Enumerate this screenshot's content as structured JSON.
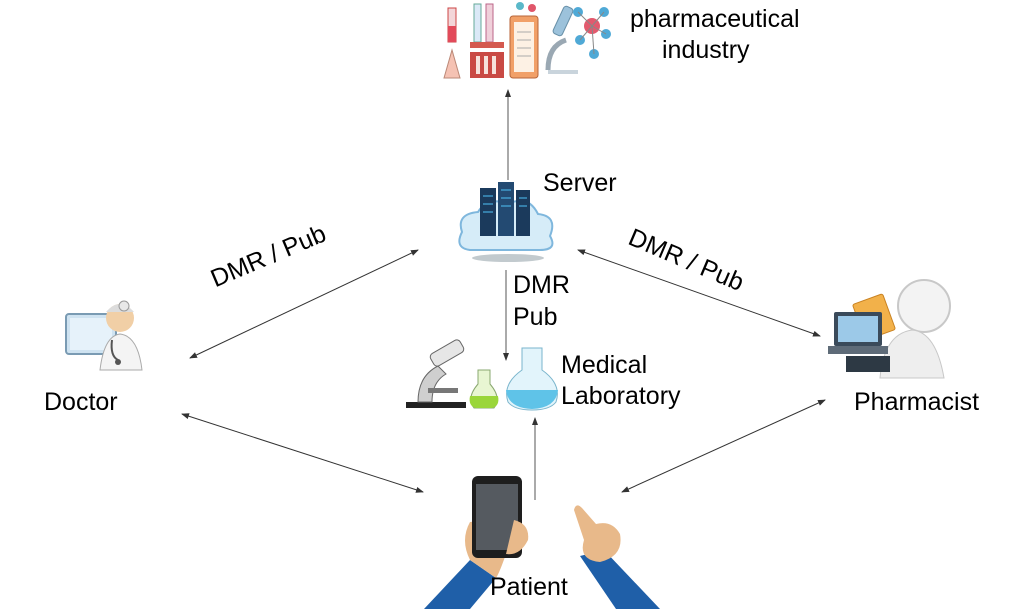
{
  "nodes": {
    "pharma": {
      "line1": "pharmaceutical",
      "line2": "industry",
      "icon": "lab-equipment-icon"
    },
    "server": {
      "label": "Server",
      "icon": "server-cloud-icon"
    },
    "doctor": {
      "label": "Doctor",
      "icon": "doctor-icon"
    },
    "pharmacist": {
      "label": "Pharmacist",
      "icon": "pharmacist-icon"
    },
    "lab": {
      "line1": "Medical",
      "line2": "Laboratory",
      "icon": "microscope-flask-icon"
    },
    "patient": {
      "label": "Patient",
      "icon": "smartphone-hands-icon"
    }
  },
  "edges": {
    "doctor_server": {
      "label": "DMR / Pub"
    },
    "server_pharmacist": {
      "label": "DMR / Pub"
    },
    "server_lab": {
      "line1": "DMR",
      "line2": "Pub"
    }
  },
  "colors": {
    "arrow": "#333333",
    "sleeve": "#1f5fa8",
    "skin": "#e8b98a",
    "flask_blue": "#5fc3e8",
    "flask_green": "#9ad63a",
    "server_dark": "#1b3a5c",
    "cloud": "#d6ecf8"
  }
}
